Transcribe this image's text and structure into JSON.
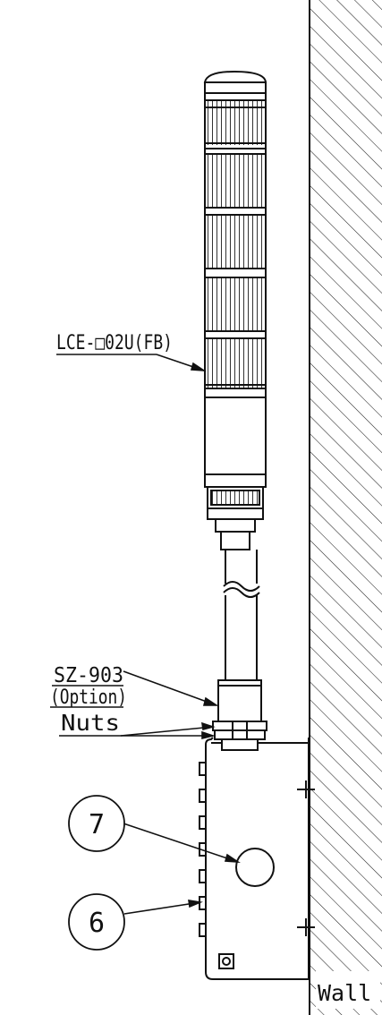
{
  "labels": {
    "model": "LCE-□02U(FB)",
    "bracket_line1": "SZ-903",
    "bracket_line2": "(Option)",
    "nuts": "Nuts",
    "wall": "Wall",
    "callout_7": "7",
    "callout_6": "6"
  },
  "colors": {
    "line": "#111111",
    "background": "#ffffff"
  }
}
